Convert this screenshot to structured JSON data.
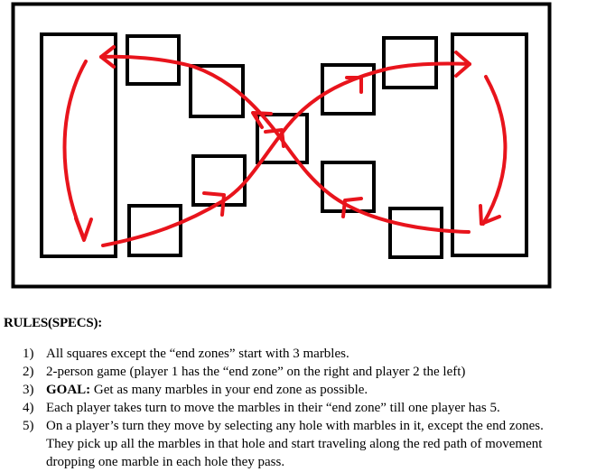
{
  "board": {
    "holes": [
      {
        "id": "left-end-zone",
        "type": "end-zone"
      },
      {
        "id": "left-top-outer",
        "type": "hole"
      },
      {
        "id": "left-top-inner",
        "type": "hole"
      },
      {
        "id": "left-bottom-inner",
        "type": "hole"
      },
      {
        "id": "left-bottom-outer",
        "type": "hole"
      },
      {
        "id": "center",
        "type": "hole"
      },
      {
        "id": "right-top-inner",
        "type": "hole"
      },
      {
        "id": "right-top-outer",
        "type": "hole"
      },
      {
        "id": "right-bottom-inner",
        "type": "hole"
      },
      {
        "id": "right-bottom-outer",
        "type": "hole"
      },
      {
        "id": "right-end-zone",
        "type": "end-zone"
      }
    ],
    "path_color": "#e8141c",
    "outline_color": "#000000"
  },
  "rules": {
    "heading": "RULES(SPECS):",
    "items": [
      {
        "num": "1)",
        "strong": "",
        "text": "All squares except the “end zones” start with 3 marbles."
      },
      {
        "num": "2)",
        "strong": "",
        "text": "2-person game (player 1 has the “end zone” on the right and player 2 the left)"
      },
      {
        "num": "3)",
        "strong": "GOAL:",
        "text": " Get as many marbles in your end zone as possible."
      },
      {
        "num": "4)",
        "strong": "",
        "text": "Each player takes turn to move the marbles in their “end zone” till one player has 5."
      },
      {
        "num": "5)",
        "strong": "",
        "text": "On a player’s turn they move by selecting any hole with marbles in it, except the end zones. They pick up all the marbles in that hole and start traveling along the red path of movement dropping one marble in each hole they pass."
      }
    ]
  }
}
